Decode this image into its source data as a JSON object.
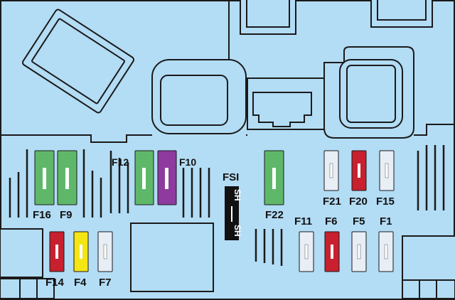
{
  "colors": {
    "background": "#b3dcf5",
    "outline": "#1a1a1a",
    "green": "#5fb86a",
    "purple": "#8e3a9e",
    "red": "#c8202e",
    "yellow": "#f4e514",
    "clear": "#e8eef5"
  },
  "labels": {
    "f1": "F1",
    "f4": "F4",
    "f5": "F5",
    "f6": "F6",
    "f7": "F7",
    "f9": "F9",
    "f10": "F10",
    "f11": "F11",
    "f12": "F12",
    "f14": "F14",
    "f15": "F15",
    "f16": "F16",
    "f20": "F20",
    "f21": "F21",
    "f22": "F22",
    "fsi": "FSI",
    "sh_top": "SH",
    "sh_bottom": "SH"
  },
  "fuses": [
    {
      "id": "F16",
      "color": "green"
    },
    {
      "id": "F9",
      "color": "green"
    },
    {
      "id": "F12",
      "color": "green"
    },
    {
      "id": "F10",
      "color": "purple"
    },
    {
      "id": "F22",
      "color": "green"
    },
    {
      "id": "F21",
      "color": "clear"
    },
    {
      "id": "F20",
      "color": "red"
    },
    {
      "id": "F15",
      "color": "clear"
    },
    {
      "id": "F14",
      "color": "red"
    },
    {
      "id": "F4",
      "color": "yellow"
    },
    {
      "id": "F7",
      "color": "clear"
    },
    {
      "id": "F11",
      "color": "clear"
    },
    {
      "id": "F6",
      "color": "red"
    },
    {
      "id": "F5",
      "color": "clear"
    },
    {
      "id": "F1",
      "color": "clear"
    }
  ]
}
